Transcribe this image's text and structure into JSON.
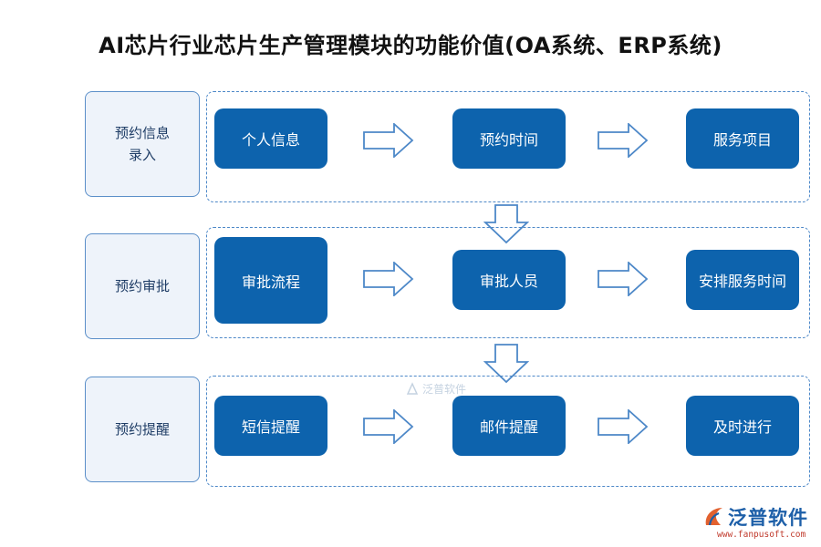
{
  "title": "AI芯片行业芯片生产管理模块的功能价值(OA系统、ERP系统)",
  "rows": [
    {
      "label": "预约信息\n录入",
      "steps": [
        "个人信息",
        "预约时间",
        "服务项目"
      ]
    },
    {
      "label": "预约审批",
      "steps": [
        "审批流程",
        "审批人员",
        "安排服务时间"
      ]
    },
    {
      "label": "预约提醒",
      "steps": [
        "短信提醒",
        "邮件提醒",
        "及时进行"
      ]
    }
  ],
  "watermark": {
    "text": "泛普软件"
  },
  "logo": {
    "text": "泛普软件",
    "url": "www.fanpusoft.com"
  },
  "colors": {
    "step_fill": "#0d63ad",
    "frame_border": "#4d88c8",
    "label_fill": "#eef3fa",
    "arrow_stroke": "#4d88c8"
  }
}
